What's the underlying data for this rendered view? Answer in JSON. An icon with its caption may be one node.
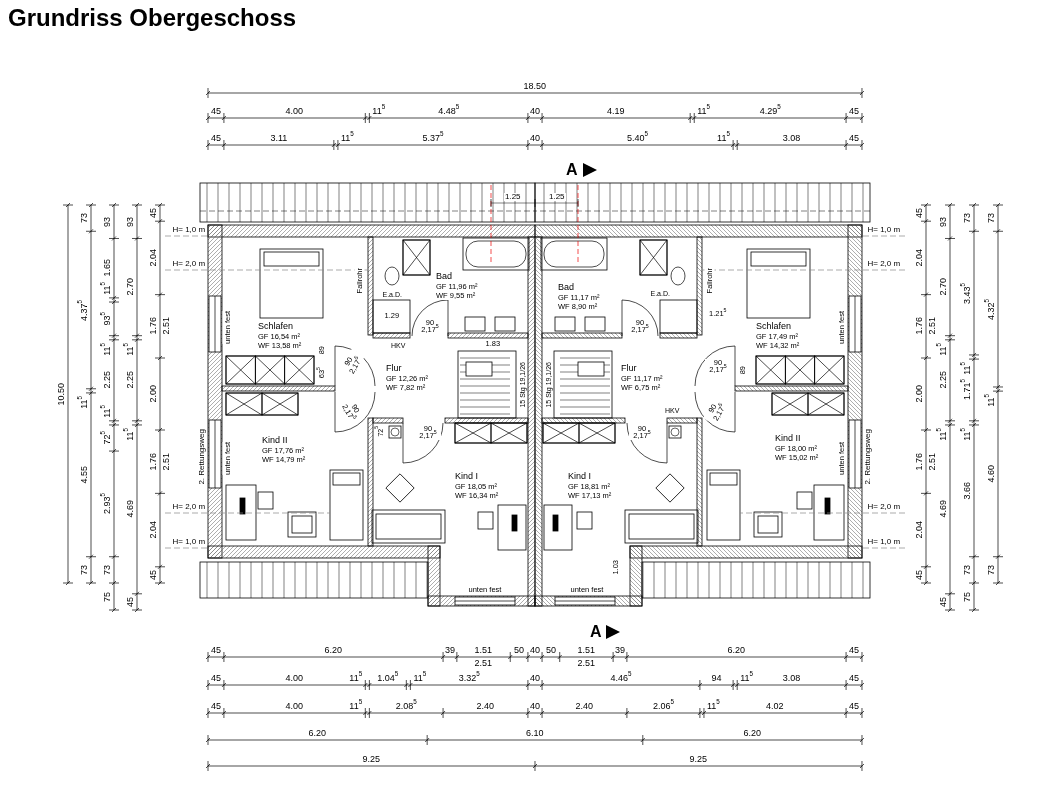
{
  "diagram": {
    "title": "Grundriss Obergeschoss",
    "nodes": [
      {
        "text": [
          "Schlafen",
          "GF 16,54 m²",
          "WF 13,58 m²"
        ]
      },
      {
        "text": [
          "Bad",
          "GF 11,96 m²",
          "WF 9,55 m²"
        ]
      },
      {
        "text": [
          "Bad",
          "GF 11,17 m²",
          "WF 8,90 m²"
        ]
      },
      {
        "text": [
          "Schlafen",
          "GF 17,49 m²",
          "WF 14,32 m²"
        ]
      },
      {
        "text": [
          "Flur",
          "GF 12,26 m²",
          "WF 7,82 m²"
        ]
      },
      {
        "text": [
          "Flur",
          "GF 11,17 m²",
          "WF 6,75 m²"
        ]
      },
      {
        "text": [
          "Kind II",
          "GF 17,76 m²",
          "WF 14,79 m²"
        ]
      },
      {
        "text": [
          "Kind I",
          "GF 18,05 m²",
          "WF 16,34 m²"
        ]
      },
      {
        "text": [
          "Kind I",
          "GF 18,81 m²",
          "WF 17,13 m²"
        ]
      },
      {
        "text": [
          "Kind II",
          "GF 18,00 m²",
          "WF 15,02 m²"
        ]
      }
    ],
    "labels": [
      "18.50",
      "45",
      "4.00",
      "11$^{5}$",
      "4.48$^{5}$",
      "40",
      "4.19",
      "11$^{5}$",
      "4.29$^{5}$",
      "45",
      "45",
      "3.11",
      "11$^{5}$",
      "5.37$^{5}$",
      "40",
      "5.40$^{5}$",
      "11$^{5}$",
      "3.08",
      "45",
      "A",
      "1.25",
      "1.25",
      "10.50",
      "73",
      "4.37$^{5}$",
      "11$^{5}$",
      "4.55",
      "73",
      "93",
      "1.65",
      "11$^{5}$",
      "93$^{5}$",
      "11$^{5}$",
      "2.25",
      "11$^{5}$",
      "72$^{5}$",
      "2.93$^{5}$",
      "73",
      "75",
      "93",
      "2.70",
      "11$^{5}$",
      "2.25",
      "11$^{5}$",
      "4.69",
      "45",
      "45",
      "2.04",
      "1.76",
      "2.51",
      "2.00",
      "1.76",
      "2.51",
      "2.04",
      "45",
      "45",
      "2.04",
      "1.76",
      "2.51",
      "2.00",
      "1.76",
      "2.51",
      "2.04",
      "45",
      "93",
      "2.70",
      "11$^{5}$",
      "2.25",
      "11$^{5}$",
      "4.69",
      "45",
      "73",
      "3.43$^{5}$",
      "11$^{5}$",
      "1.71$^{5}$",
      "11$^{5}$",
      "3.66",
      "73",
      "75",
      "73",
      "4.32$^{5}$",
      "11$^{5}$",
      "4.60",
      "73",
      "H= 1,0 m",
      "H= 2,0 m",
      "H= 2,0 m",
      "H= 1,0 m",
      "H= 1,0 m",
      "H= 2,0 m",
      "H= 2,0 m",
      "H= 1,0 m",
      "Fallrohr",
      "E.a.D.",
      "1.29",
      "HKV",
      "90 2,17$^{5}$",
      "89",
      "63$^{5}$",
      "90 2,17$^{5}$",
      "1.83",
      "15 Stg 19,1/26",
      "90 2,17$^{5}$",
      "72$^{5}$",
      "90 2,17$^{5}$",
      "unten fest",
      "unten fest",
      "2. Rettungsweg",
      "unten fest",
      "Fallrohr",
      "E.a.D.",
      "1.21$^{5}$",
      "90 2,17$^{5}$",
      "90 2,17$^{5}$",
      "89",
      "15 Stg 19,1/26",
      "HKV",
      "90 2,17$^{5}$",
      "90 2,17$^{5}$",
      "1.03",
      "unten fest",
      "unten fest",
      "unten fest",
      "2. Rettungsweg",
      "A",
      "45",
      "6.20",
      "39",
      "1.51",
      "2.51",
      "50",
      "40",
      "50",
      "1.51",
      "2.51",
      "39",
      "6.20",
      "45",
      "45",
      "4.00",
      "11$^{5}$",
      "1.04$^{5}$",
      "11$^{5}$",
      "3.32$^{5}$",
      "40",
      "4.46$^{5}$",
      "94",
      "11$^{5}$",
      "3.08",
      "45",
      "45",
      "4.00",
      "11$^{5}$",
      "2.08$^{5}$",
      "2.40",
      "40",
      "2.40",
      "2.06$^{5}$",
      "11$^{5}$",
      "4.02",
      "45",
      "6.20",
      "6.10",
      "6.20",
      "9.25",
      "9.25"
    ]
  }
}
